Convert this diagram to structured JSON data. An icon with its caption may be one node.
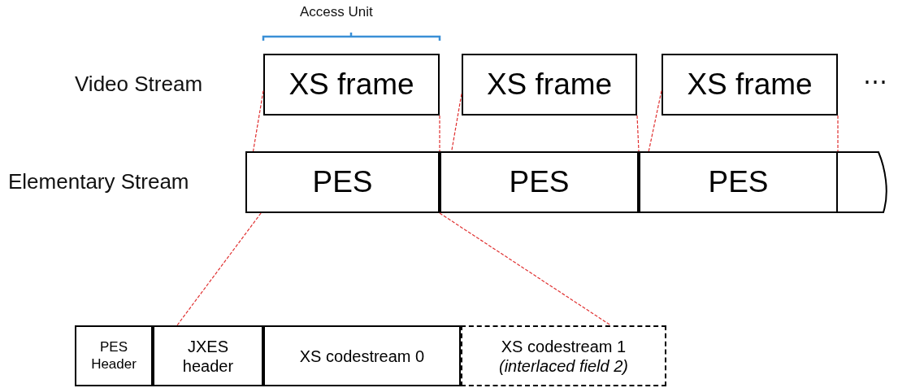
{
  "diagram": {
    "nodes": [
      {
        "text": [
          "XS frame"
        ]
      },
      {
        "text": [
          "XS frame"
        ]
      },
      {
        "text": [
          "XS frame"
        ]
      },
      {
        "text": [
          "PES"
        ]
      },
      {
        "text": [
          "PES"
        ]
      },
      {
        "text": [
          "PES"
        ]
      },
      {
        "text": [],
        "shape": "box"
      },
      {
        "text": [
          "PES Header"
        ]
      },
      {
        "text": [
          "JXES header"
        ]
      },
      {
        "text": [
          "XS codestream 0"
        ]
      },
      {
        "text": [
          "XS codestream 1",
          "(interlaced field 2)"
        ]
      }
    ],
    "edges": [
      {
        "from": 0,
        "to": 3,
        "arrow": "none",
        "style": "dashed"
      },
      {
        "from": 0,
        "to": 3,
        "arrow": "none",
        "style": "dashed"
      },
      {
        "from": 1,
        "to": 4,
        "arrow": "none",
        "style": "dashed"
      },
      {
        "from": 1,
        "to": 4,
        "arrow": "none",
        "style": "dashed"
      },
      {
        "from": 2,
        "to": 5,
        "arrow": "none",
        "style": "dashed"
      },
      {
        "from": 2,
        "to": 5,
        "arrow": "none",
        "style": "dashed"
      },
      {
        "from": 3,
        "to": 8,
        "arrow": "none",
        "style": "dashed"
      },
      {
        "from": 3,
        "to": 10,
        "arrow": "none",
        "style": "dashed"
      }
    ],
    "labels": [
      "Access Unit",
      "Video Stream",
      "Elementary Stream",
      "⋯"
    ]
  }
}
